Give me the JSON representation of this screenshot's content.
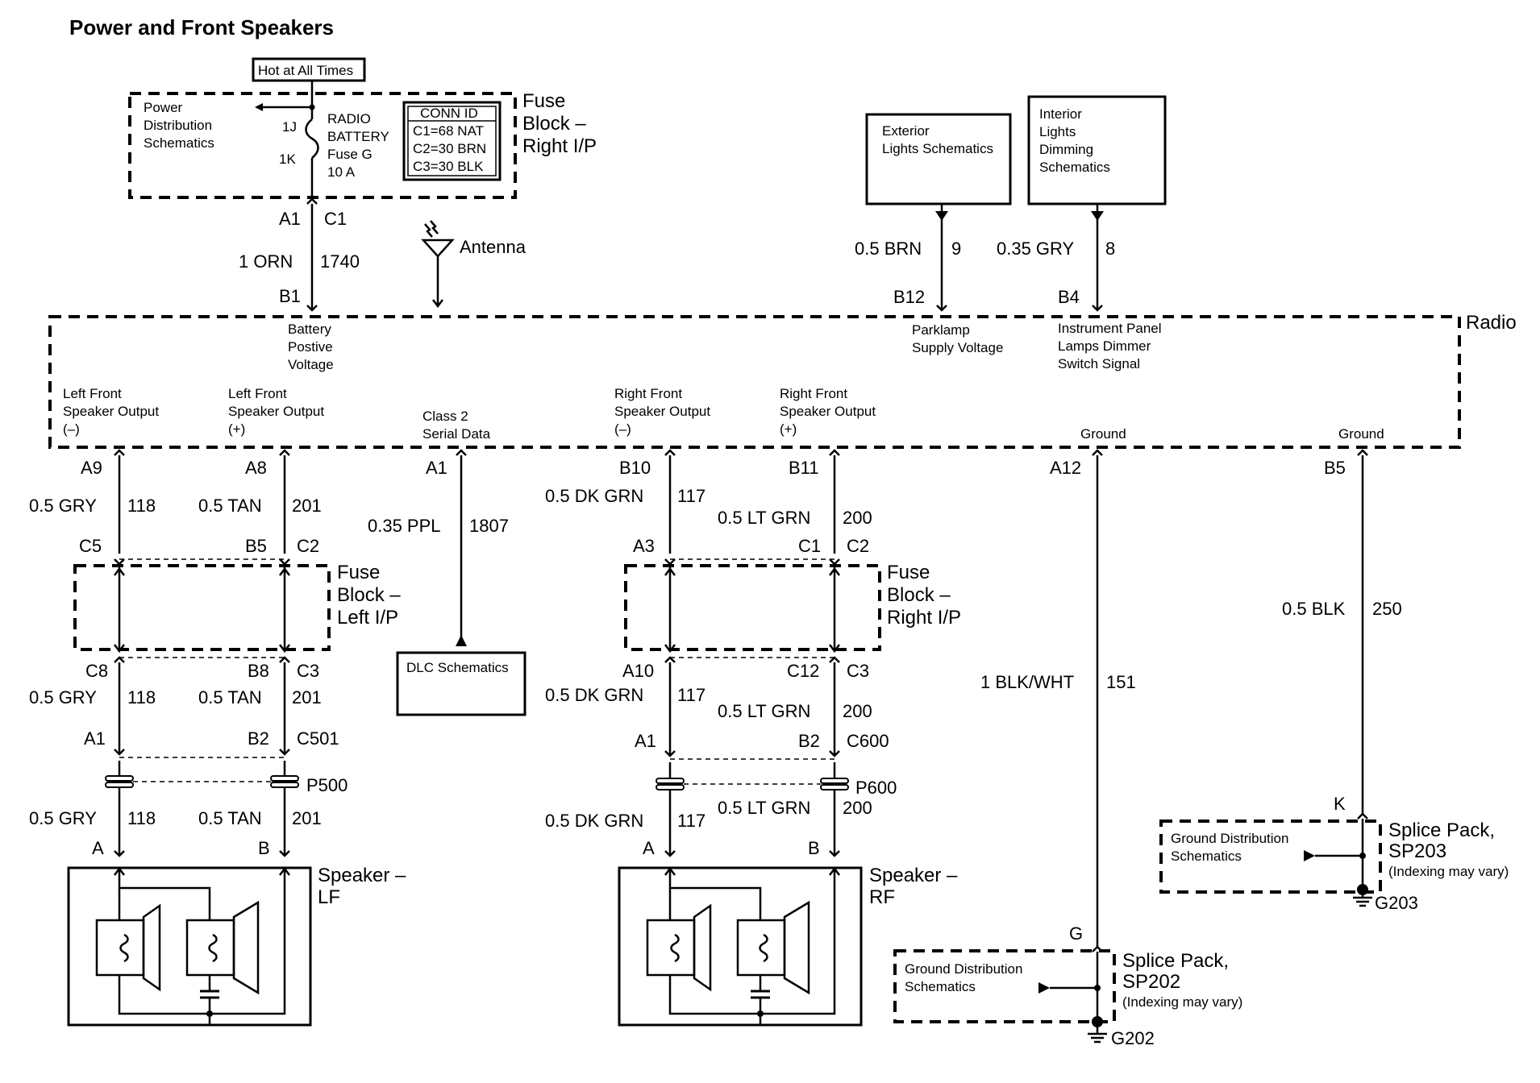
{
  "title": "Power and Front Speakers",
  "hot_label": "Hot at All Times",
  "fuse_block_top": {
    "label": [
      "Fuse",
      "Block –",
      "Right I/P"
    ],
    "power_dist": [
      "Power",
      "Distribution",
      "Schematics"
    ],
    "pin_1j": "1J",
    "pin_1k": "1K",
    "fuse_label": [
      "RADIO",
      "BATTERY",
      "Fuse G",
      "10 A"
    ],
    "conn_id_title": "CONN ID",
    "conn_id_rows": [
      "C1=68 NAT",
      "C2=30 BRN",
      "C3=30 BLK"
    ]
  },
  "antenna_label": "Antenna",
  "exterior_box": [
    "Exterior",
    "Lights Schematics"
  ],
  "interior_box": [
    "Interior",
    "Lights",
    "Dimming",
    "Schematics"
  ],
  "battery_wire": {
    "top_a": "A1",
    "top_c": "C1",
    "color": "1 ORN",
    "circuit": "1740",
    "pin": "B1"
  },
  "b12_wire": {
    "color": "0.5 BRN",
    "circuit": "9",
    "pin": "B12"
  },
  "b4_wire": {
    "color": "0.35 GRY",
    "circuit": "8",
    "pin": "B4"
  },
  "radio": {
    "label": "Radio",
    "battery_pos": [
      "Battery",
      "Postive",
      "Voltage"
    ],
    "parklamp": [
      "Parklamp",
      "Supply Voltage"
    ],
    "ip_dimmer": [
      "Instrument Panel",
      "Lamps Dimmer",
      "Switch Signal"
    ],
    "lf_neg": [
      "Left Front",
      "Speaker Output",
      "(–)"
    ],
    "lf_pos": [
      "Left Front",
      "Speaker Output",
      "(+)"
    ],
    "class2": [
      "Class 2",
      "Serial Data"
    ],
    "rf_neg": [
      "Right Front",
      "Speaker Output",
      "(–)"
    ],
    "rf_pos": [
      "Right Front",
      "Speaker Output",
      "(+)"
    ],
    "ground1": "Ground",
    "ground2": "Ground"
  },
  "lf_circuits": {
    "a9": "A9",
    "a8": "A8",
    "gry_color": "0.5 GRY",
    "gry_circuit": "118",
    "tan_color": "0.5 TAN",
    "tan_circuit": "201",
    "c5": "C5",
    "b5": "B5",
    "c2": "C2",
    "fuse_left": [
      "Fuse",
      "Block –",
      "Left I/P"
    ],
    "c8": "C8",
    "b8": "B8",
    "c3": "C3",
    "a1": "A1",
    "b2": "B2",
    "c501": "C501",
    "p500": "P500",
    "pin_a": "A",
    "pin_b": "B",
    "speaker": [
      "Speaker –",
      "LF"
    ]
  },
  "dlc": {
    "pin": "A1",
    "color": "0.35 PPL",
    "circuit": "1807",
    "box": "DLC Schematics"
  },
  "rf_circuits": {
    "b10": "B10",
    "b11": "B11",
    "dkgrn_color": "0.5 DK GRN",
    "dkgrn_circuit": "117",
    "ltgrn_color": "0.5 LT GRN",
    "ltgrn_circuit": "200",
    "a3": "A3",
    "c1": "C1",
    "c2": "C2",
    "fuse_right": [
      "Fuse",
      "Block –",
      "Right I/P"
    ],
    "a10": "A10",
    "c12": "C12",
    "c3": "C3",
    "a1": "A1",
    "b2": "B2",
    "c600": "C600",
    "p600": "P600",
    "pin_a": "A",
    "pin_b": "B",
    "speaker": [
      "Speaker –",
      "RF"
    ]
  },
  "ground_a12": {
    "pin": "A12",
    "color": "1 BLK/WHT",
    "circuit": "151",
    "pin_g": "G",
    "gd_box": [
      "Ground Distribution",
      "Schematics"
    ],
    "splice": [
      "Splice Pack,",
      "SP202",
      "(Indexing may vary)"
    ],
    "ground": "G202"
  },
  "ground_b5": {
    "pin": "B5",
    "color": "0.5 BLK",
    "circuit": "250",
    "pin_k": "K",
    "gd_box": [
      "Ground Distribution",
      "Schematics"
    ],
    "splice": [
      "Splice Pack,",
      "SP203",
      "(Indexing may vary)"
    ],
    "ground": "G203"
  }
}
